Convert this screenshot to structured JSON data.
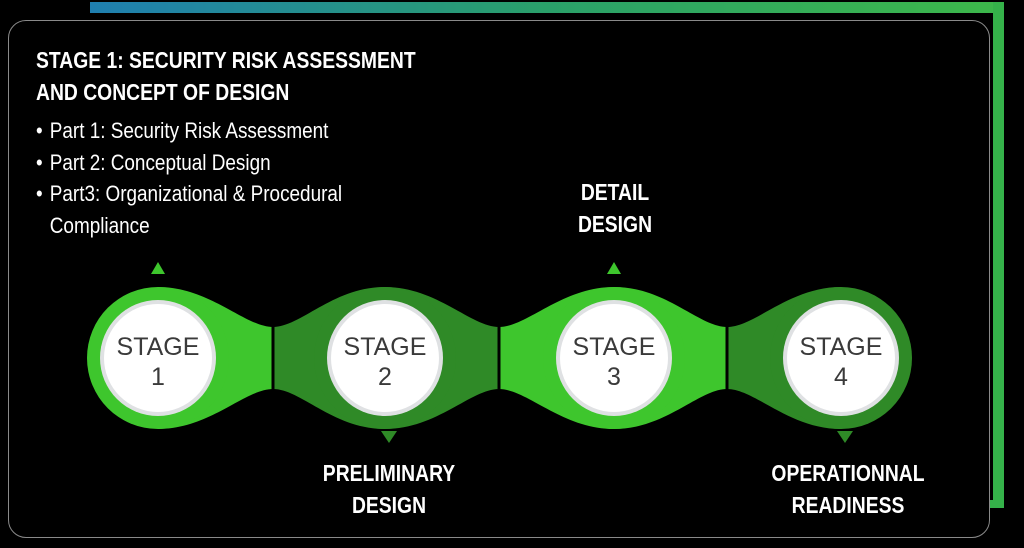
{
  "title_lines": [
    "STAGE 1: SECURITY RISK ASSESSMENT",
    "AND CONCEPT OF DESIGN"
  ],
  "bullets": [
    "Part 1: Security Risk Assessment",
    "Part 2: Conceptual Design",
    "Part3: Organizational & Procedural",
    "Compliance"
  ],
  "bullet_char": "•",
  "stages": [
    {
      "word": "STAGE",
      "number": "1",
      "color": "#3ec62d",
      "label": []
    },
    {
      "word": "STAGE",
      "number": "2",
      "color": "#2f8a27",
      "label": [
        "PRELIMINARY",
        "DESIGN"
      ]
    },
    {
      "word": "STAGE",
      "number": "3",
      "color": "#3ec62d",
      "label": [
        "DETAIL",
        "DESIGN"
      ]
    },
    {
      "word": "STAGE",
      "number": "4",
      "color": "#2f8a27",
      "label": [
        "OPERATIONNAL",
        "READINESS"
      ]
    }
  ]
}
